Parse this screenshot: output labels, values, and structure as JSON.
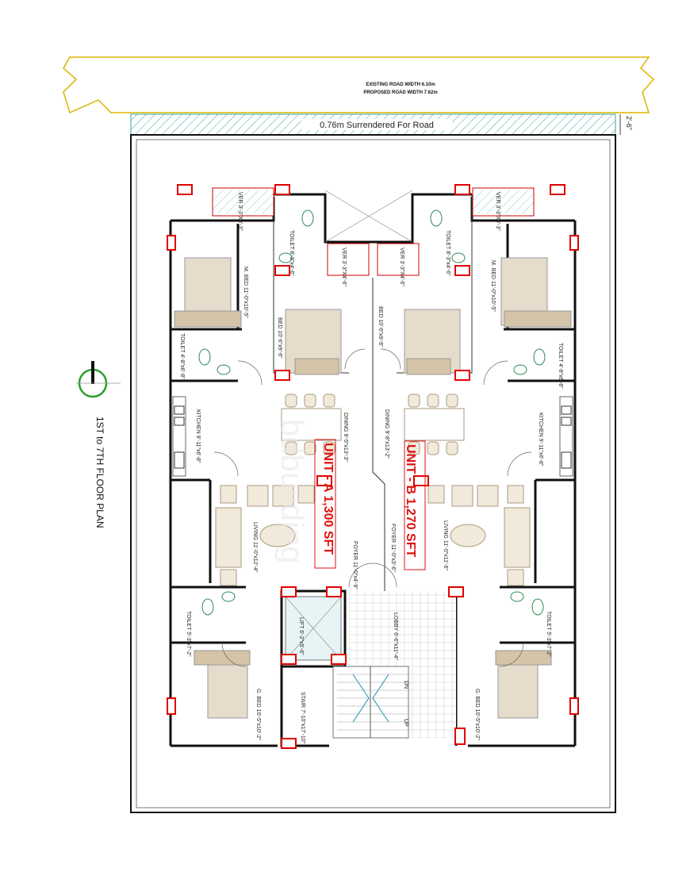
{
  "road": {
    "existing": "EXISTING ROAD WIDTH 6.10m",
    "proposed": "PROPOSED ROAD WIDTH 7.62m"
  },
  "surrender": {
    "label": "0.76m Surrendered For Road",
    "dimension": "2'-6\""
  },
  "floor_title": "1ST to 7TH FLOOR  PLAN",
  "unit_a": {
    "label": "UNIT - A 1,300 SFT"
  },
  "unit_b": {
    "label": "UNIT - B 1,270 SFT"
  },
  "rooms_a": {
    "ver_top": "VER 3'-3\"X6'-3\"",
    "toilet_top": "TOILET 8'-3\"x4'-6\"",
    "ver_mid": "VER 3'-3\"X4'-6\"",
    "m_bed": "M. BED 11'-0\"x10'-5\"",
    "bed": "BED 10'-6\"x9'-6\"",
    "toilet_mid": "TOILET 4'-8\"x6'-8\"",
    "kitchen": "KITCHEN 9'-11\"x6'-8\"",
    "dining": "DINING 9'-5\"x13'-3\"",
    "living": "LIVING 11'-0\"x12'-4\"",
    "foyer": "FOYER 11'-0\"x4'-9\"",
    "toilet_bot": "TOILET 5'-3\"x7'-2\"",
    "g_bed": "G. BED 10'-5\"x10'-2\""
  },
  "rooms_b": {
    "ver_top": "VER 3'-3\"X6'-3\"",
    "toilet_top": "TOILET 8'-3\"x4'-6\"",
    "ver_mid": "VER 3'-3\"X4'-6\"",
    "m_bed": "M. BED 11'-0\"x10'-5\"",
    "bed": "BED 10'-6\"x9'-6\"",
    "toilet_mid": "TOILET 4'-8\"x6'-8\"",
    "kitchen": "KITCHEN 9'-11\"x6'-8\"",
    "dining": "DINING 9'-8\"x13'-2\"",
    "living": "LIVING 11'-0\"x11'-6\"",
    "foyer": "FOYER 11'-0\"x3'-6\"",
    "toilet_bot": "TOILET 5'-3\"x7'-2\"",
    "g_bed": "G. BED 10'-5\"x10'-2\""
  },
  "core": {
    "lift": "LIFT 6'-2\"x5'-6\"",
    "lobby": "LOBBY 6'-6\"x11'-4\"",
    "stair": "STAIR 7'-10\"x17'-10\"",
    "dn": "DN",
    "up": "UP"
  },
  "watermark": "bdbuilding"
}
